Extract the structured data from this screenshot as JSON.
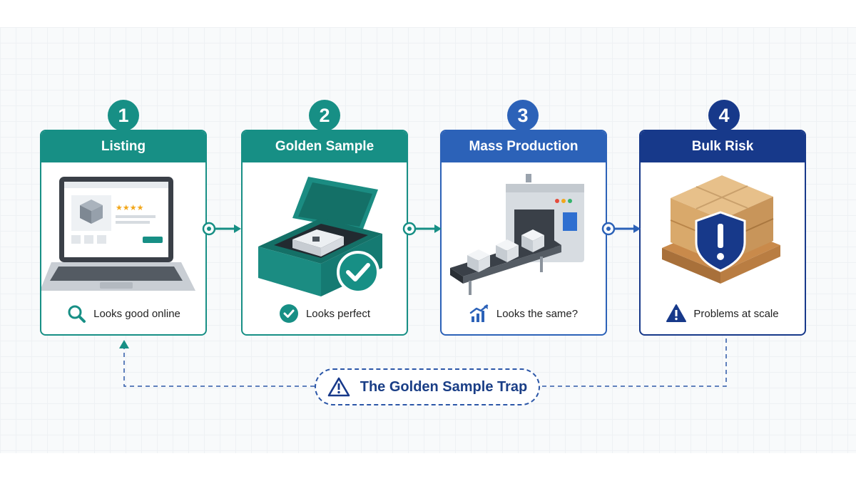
{
  "colors": {
    "teal": "#178f85",
    "blue": "#2c62b8",
    "navy": "#17398a",
    "dashed_line": "#2c57a8"
  },
  "steps": [
    {
      "number": "1",
      "title": "Listing",
      "caption": "Looks good online",
      "icon": "search-icon"
    },
    {
      "number": "2",
      "title": "Golden Sample",
      "caption": "Looks perfect",
      "icon": "check-circle-icon"
    },
    {
      "number": "3",
      "title": "Mass Production",
      "caption": "Looks the same?",
      "icon": "chart-up-icon"
    },
    {
      "number": "4",
      "title": "Bulk Risk",
      "caption": "Problems at scale",
      "icon": "warning-triangle-icon"
    }
  ],
  "trap": {
    "label": "The Golden Sample Trap",
    "icon": "warning-triangle-icon"
  }
}
